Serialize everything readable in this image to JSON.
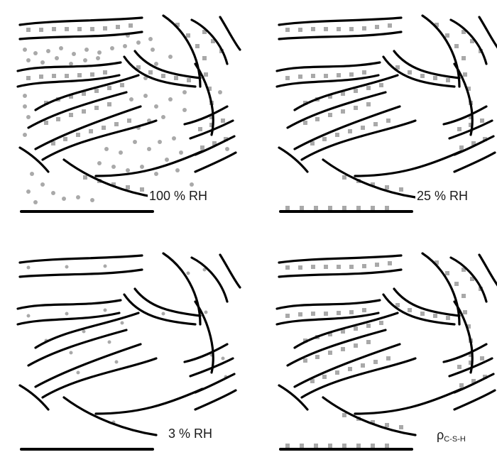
{
  "panels": [
    {
      "id": "p100",
      "label": "100 % RH",
      "water_level": "high"
    },
    {
      "id": "p25",
      "label": "25 % RH",
      "water_level": "medium"
    },
    {
      "id": "p3",
      "label": "3 % RH",
      "water_level": "low"
    },
    {
      "id": "pcsh",
      "label_main": "ρ",
      "label_sub": "C-S-H",
      "water_level": "interlayer-only"
    }
  ],
  "colors": {
    "sheet": "#000000",
    "water": "#a9a9a9"
  }
}
